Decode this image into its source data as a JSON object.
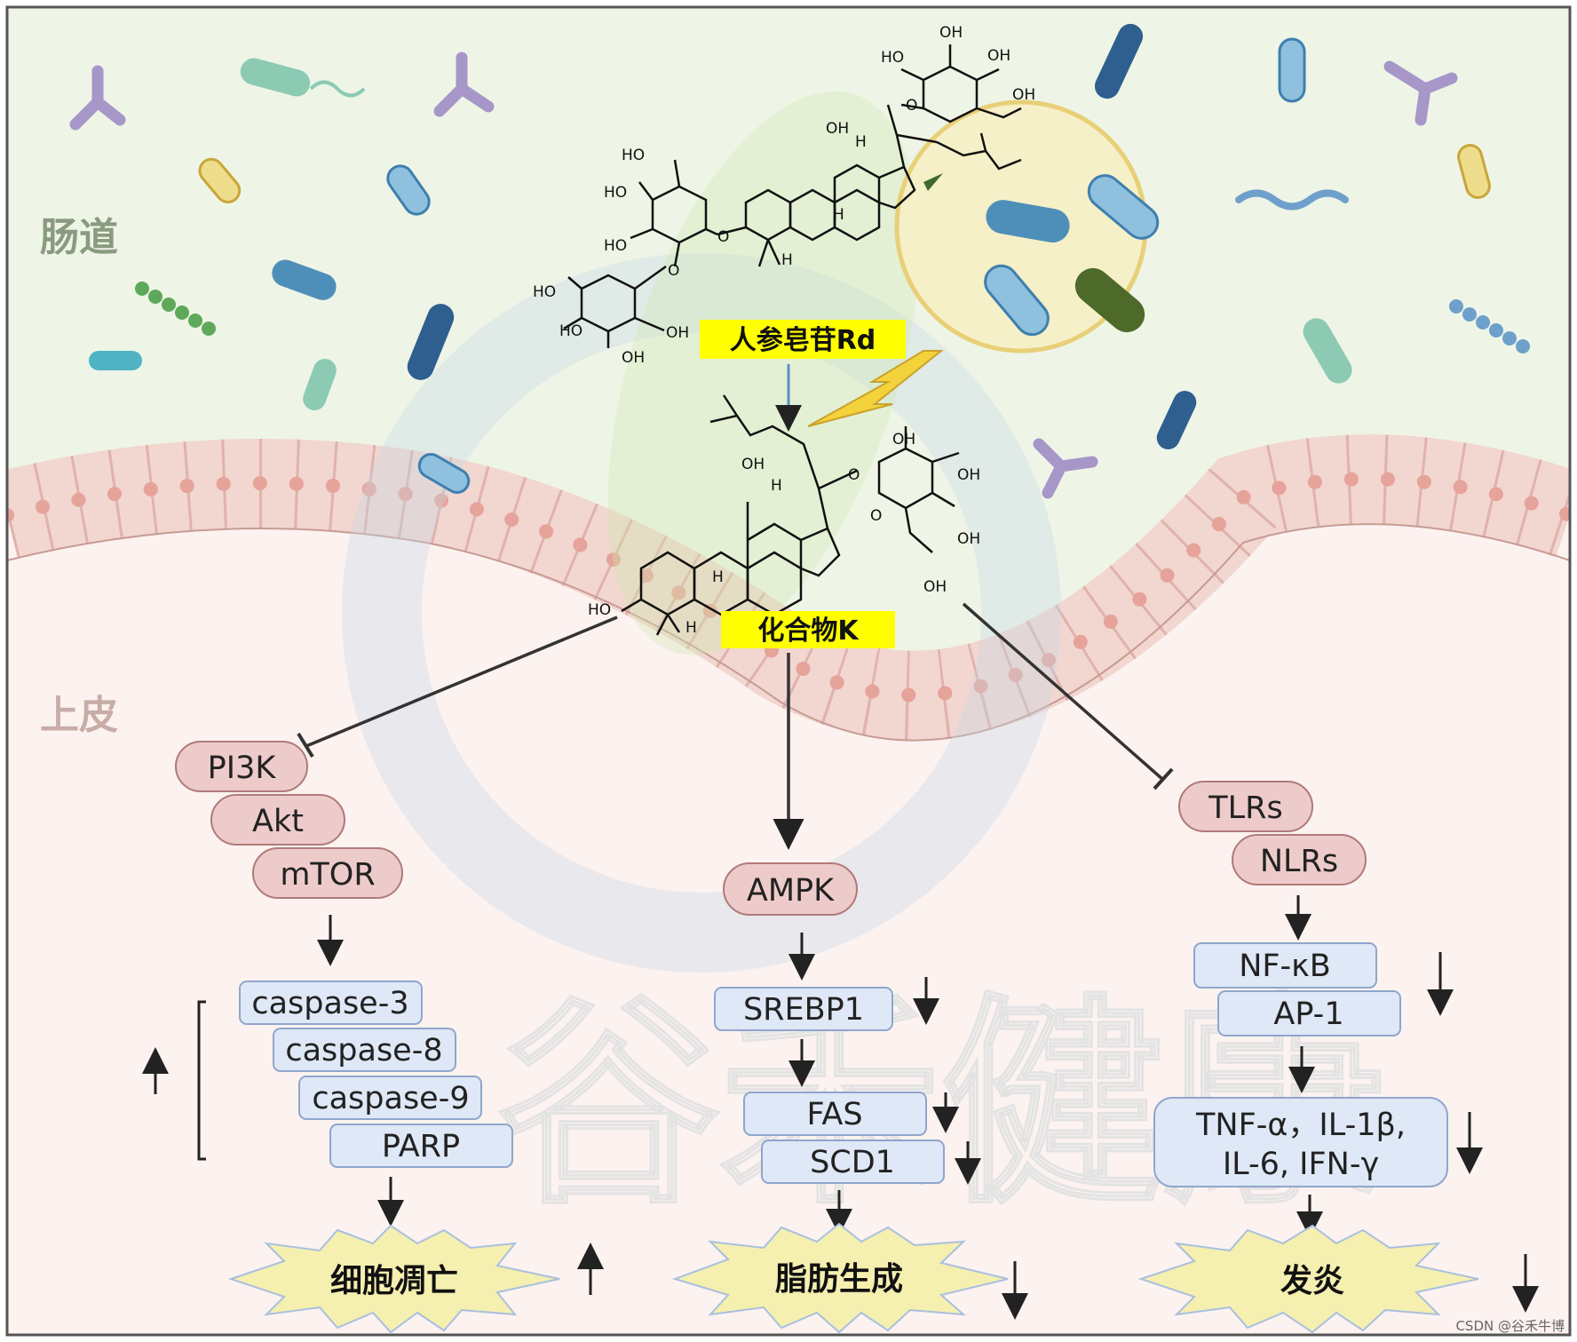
{
  "regions": {
    "gut": "肠道",
    "epithelium": "上皮"
  },
  "compounds": {
    "rd": "人参皂苷Rd",
    "ck": "化合物K"
  },
  "atom_labels": {
    "oh": "OH",
    "ho": "HO",
    "h": "H",
    "o": "O"
  },
  "pathways": {
    "left": {
      "nodes": [
        "PI3K",
        "Akt",
        "mTOR"
      ],
      "markers": [
        "caspase-3",
        "caspase-8",
        "caspase-9",
        "PARP"
      ],
      "outcome": "细胞凋亡"
    },
    "middle": {
      "nodes": [
        "AMPK"
      ],
      "markers": [
        "SREBP1",
        "FAS",
        "SCD1"
      ],
      "outcome": "脂肪生成"
    },
    "right": {
      "nodes": [
        "TLRs",
        "NLRs"
      ],
      "markers": [
        "NF-κB",
        "AP-1"
      ],
      "cytokines": [
        "TNF-α，IL-1β,",
        "IL-6, IFN-γ"
      ],
      "outcome": "发炎"
    }
  },
  "watermark": "谷禾健康",
  "credit": "CSDN @谷禾牛博",
  "colors": {
    "gut_bg": "#eef5e6",
    "epi_bg": "#fcf2f0",
    "cell_fill": "#f2d6d0",
    "nucleus": "#e8a8a0",
    "pink_node": "#eecbcb",
    "pink_border": "#b07a7a",
    "blue_node": "#dfe8f6",
    "blue_border": "#8fa6cc",
    "highlight": "#ffff00",
    "burst": "#f5efb0",
    "bolt": "#f4d23c"
  }
}
